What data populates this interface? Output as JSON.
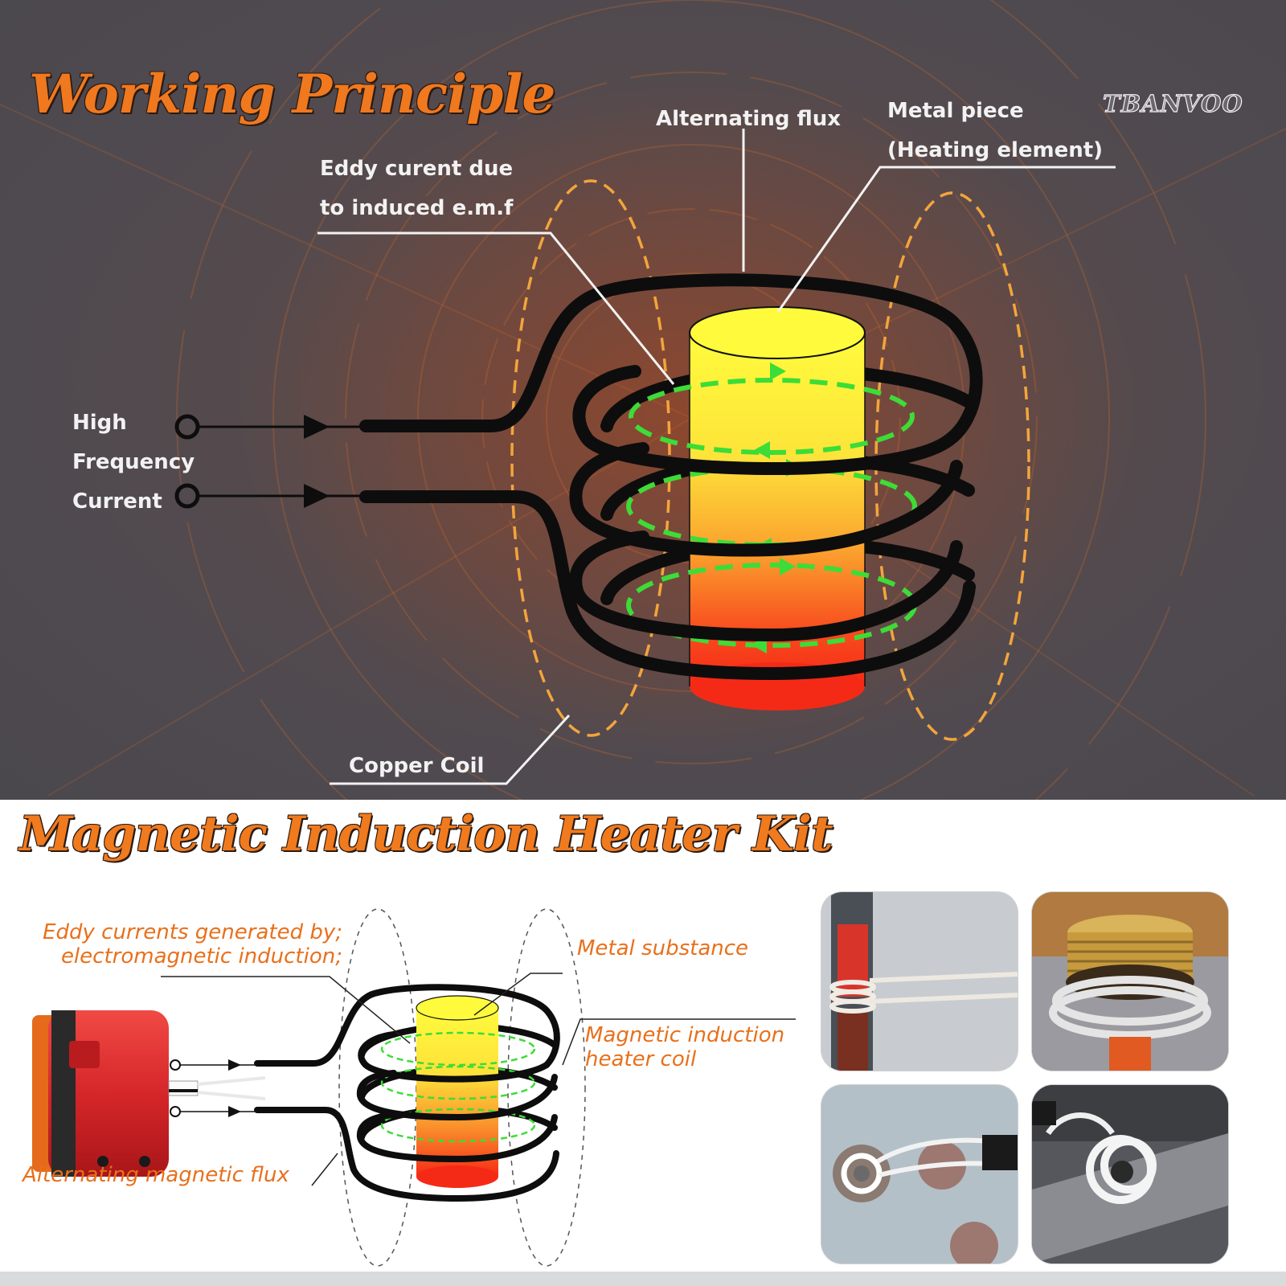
{
  "brand": "TBANVOO",
  "top_panel": {
    "title": "Working Principle",
    "labels": {
      "alternating_flux": "Alternating flux",
      "metal_piece_line1": "Metal piece",
      "metal_piece_line2": "(Heating element)",
      "eddy_line1": "Eddy curent due",
      "eddy_line2": "to induced e.m.f",
      "hf_line1": "High",
      "hf_line2": "Frequency",
      "hf_line3": "Current",
      "copper_coil": "Copper Coil"
    }
  },
  "bottom_panel": {
    "title": "Magnetic Induction Heater Kit",
    "labels": {
      "eddy_line1": "Eddy currents generated by;",
      "eddy_line2": "electromagnetic induction;",
      "metal_substance": "Metal substance",
      "coil_line1": "Magnetic induction",
      "coil_line2": "heater coil",
      "flux": "Alternating magnetic flux"
    }
  },
  "colors": {
    "accent_orange": "#f0781e",
    "flux_dash": "#f3a53c",
    "eddy_green": "#3ddc37",
    "coil_black": "#0d0d0d",
    "tool_red": "#d6262a"
  },
  "icons": {
    "coil": "helical-coil-icon",
    "cylinder": "heated-cylinder-icon",
    "terminal": "terminal-circle-icon"
  }
}
